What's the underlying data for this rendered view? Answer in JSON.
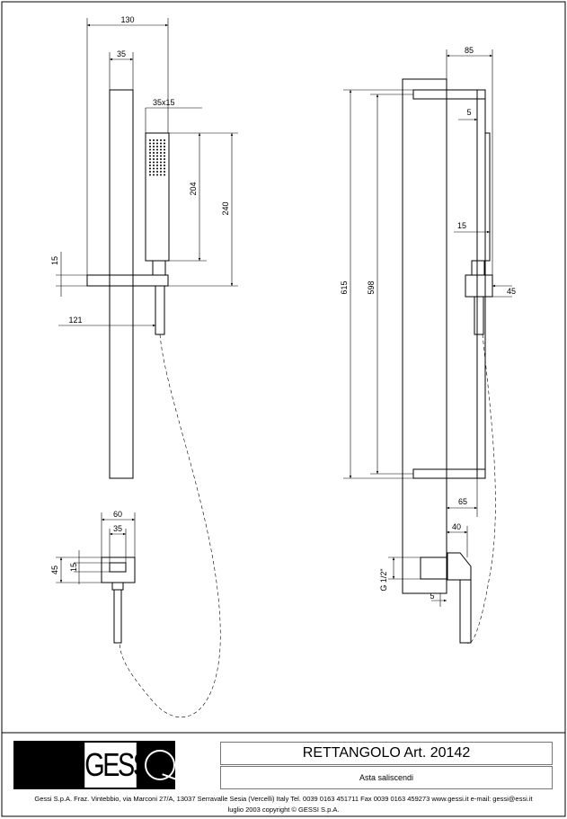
{
  "title_block": {
    "logo_text": "GESSI",
    "product_title": "RETTANGOLO  Art. 20142",
    "product_subtitle": "Asta saliscendi",
    "address": "Gessi S.p.A. Fraz. Vintebbio, via Marconi 27/A, 13037 Serravalle Sesia  (Vercelli) Italy Tel. 0039 0163 451711 Fax 0039 0163 459273 www.gessi.it  e-mail: gessi@essi.it",
    "copyright": "luglio 2003 copyright © GESSI S.p.A."
  },
  "front_view": {
    "dims": {
      "overall_width": "130",
      "rail_width": "35",
      "handshower_section": "35x15",
      "handshower_length": "204",
      "total_height": "240",
      "holder_thickness": "15",
      "offset": "121"
    }
  },
  "outlet_view": {
    "dims": {
      "width": "60",
      "inner_width": "35",
      "height": "45",
      "inner_height": "15"
    }
  },
  "side_view": {
    "dims": {
      "depth": "85",
      "rail_thickness": "5",
      "handshower_depth": "15",
      "overall_height": "615",
      "bracket_distance": "598",
      "holder_depth": "45",
      "rail_offset": "65",
      "outlet_depth": "40",
      "thread": "G 1/2\"",
      "outlet_gap": "5"
    }
  }
}
